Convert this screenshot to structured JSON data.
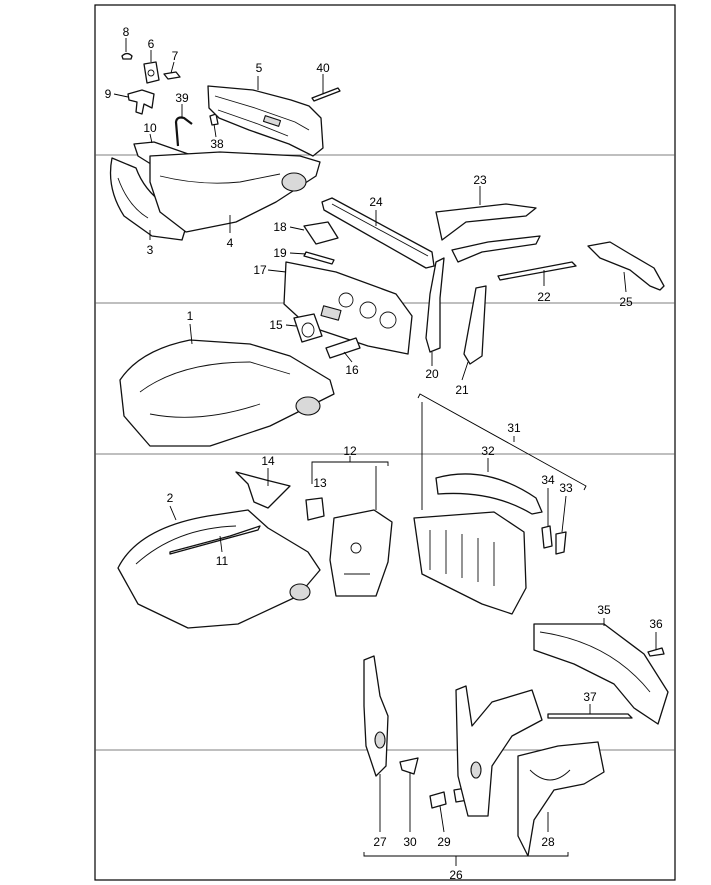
{
  "callouts": {
    "c1": "1",
    "c2": "2",
    "c3": "3",
    "c4": "4",
    "c5": "5",
    "c6": "6",
    "c7": "7",
    "c8": "8",
    "c9": "9",
    "c10": "10",
    "c11": "11",
    "c12": "12",
    "c13": "13",
    "c14": "14",
    "c15": "15",
    "c16": "16",
    "c17": "17",
    "c18": "18",
    "c19": "19",
    "c20": "20",
    "c21": "21",
    "c22": "22",
    "c23": "23",
    "c24": "24",
    "c25": "25",
    "c26": "26",
    "c27": "27",
    "c28": "28",
    "c29": "29",
    "c30": "30",
    "c31": "31",
    "c32": "32",
    "c33": "33",
    "c34": "34",
    "c35": "35",
    "c36": "36",
    "c37": "37",
    "c38": "38",
    "c39": "39",
    "c40": "40"
  }
}
